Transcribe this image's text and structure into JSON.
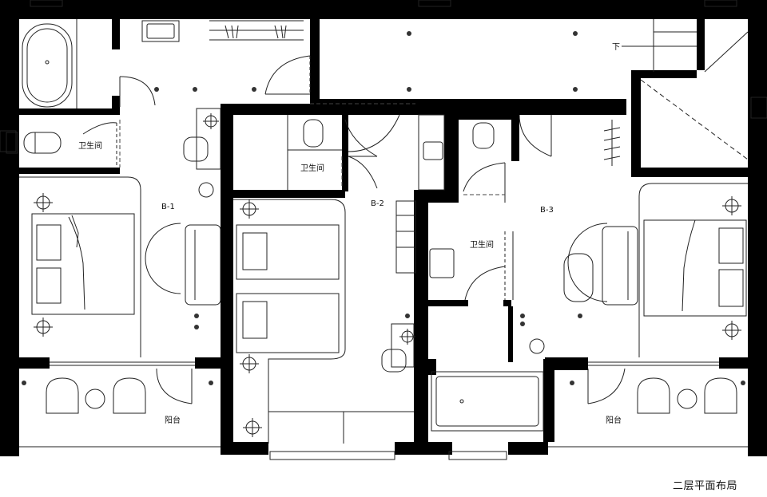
{
  "title": "二层平面布局",
  "rooms": {
    "b1": "B-1",
    "b2": "B-2",
    "b3": "B-3"
  },
  "bathroom_label": "卫生间",
  "balcony_label": "阳台",
  "stair_label": "下"
}
